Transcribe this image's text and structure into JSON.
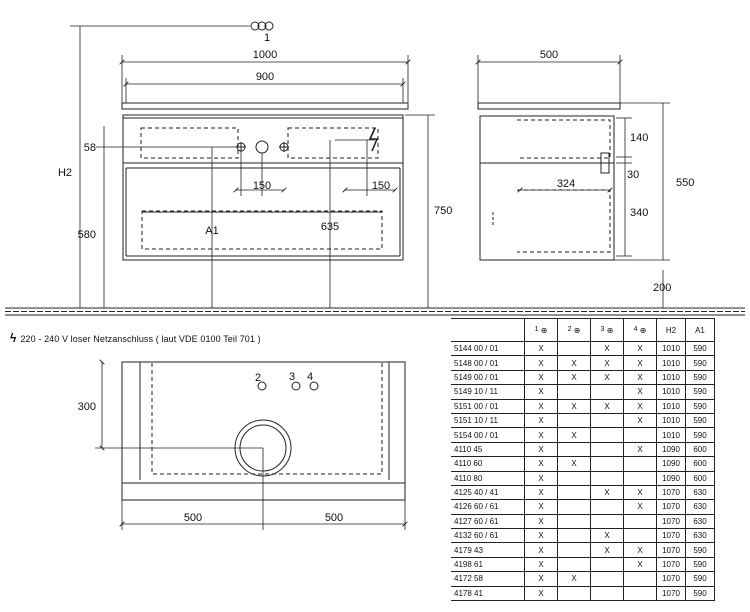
{
  "dimensions": {
    "width_total": "1000",
    "width_basin": "900",
    "depth": "500",
    "h2_label": "H2",
    "a1_label": "A1",
    "dim_58": "58",
    "dim_150_left": "150",
    "dim_150_right": "150",
    "dim_580": "580",
    "dim_635": "635",
    "dim_750": "750",
    "dim_140": "140",
    "dim_30": "30",
    "dim_324": "324",
    "dim_340": "340",
    "dim_550": "550",
    "dim_200": "200",
    "dim_300": "300",
    "dim_500_left": "500",
    "dim_500_right": "500",
    "mixer_label_top": "1",
    "plan_labels": [
      "2",
      "3",
      "4"
    ]
  },
  "note": {
    "symbol": "ϟ",
    "text": "220 - 240 V loser Netzanschluss ( laut VDE 0100 Teil 701 )"
  },
  "table": {
    "headers": [
      "1",
      "2",
      "3",
      "4",
      "H2",
      "A1"
    ],
    "rows": [
      {
        "code": "5144 00 / 01",
        "c1": "X",
        "c2": "",
        "c3": "X",
        "c4": "X",
        "h2": "1010",
        "a1": "590"
      },
      {
        "code": "5148 00 / 01",
        "c1": "X",
        "c2": "X",
        "c3": "X",
        "c4": "X",
        "h2": "1010",
        "a1": "590"
      },
      {
        "code": "5149 00 / 01",
        "c1": "X",
        "c2": "X",
        "c3": "X",
        "c4": "X",
        "h2": "1010",
        "a1": "590"
      },
      {
        "code": "5149 10 / 11",
        "c1": "X",
        "c2": "",
        "c3": "",
        "c4": "X",
        "h2": "1010",
        "a1": "590"
      },
      {
        "code": "5151 00 / 01",
        "c1": "X",
        "c2": "X",
        "c3": "X",
        "c4": "X",
        "h2": "1010",
        "a1": "590"
      },
      {
        "code": "5151 10 / 11",
        "c1": "X",
        "c2": "",
        "c3": "",
        "c4": "X",
        "h2": "1010",
        "a1": "590"
      },
      {
        "code": "5154 00 / 01",
        "c1": "X",
        "c2": "X",
        "c3": "",
        "c4": "",
        "h2": "1010",
        "a1": "590"
      },
      {
        "code": "4110 45",
        "c1": "X",
        "c2": "",
        "c3": "",
        "c4": "X",
        "h2": "1090",
        "a1": "600"
      },
      {
        "code": "4110 60",
        "c1": "X",
        "c2": "X",
        "c3": "",
        "c4": "",
        "h2": "1090",
        "a1": "600"
      },
      {
        "code": "4110 80",
        "c1": "X",
        "c2": "",
        "c3": "",
        "c4": "",
        "h2": "1090",
        "a1": "600"
      },
      {
        "code": "4125 40 / 41",
        "c1": "X",
        "c2": "",
        "c3": "X",
        "c4": "X",
        "h2": "1070",
        "a1": "630"
      },
      {
        "code": "4126 60 / 61",
        "c1": "X",
        "c2": "",
        "c3": "",
        "c4": "X",
        "h2": "1070",
        "a1": "630"
      },
      {
        "code": "4127 60 / 61",
        "c1": "X",
        "c2": "",
        "c3": "",
        "c4": "",
        "h2": "1070",
        "a1": "630"
      },
      {
        "code": "4132 60 / 61",
        "c1": "X",
        "c2": "",
        "c3": "X",
        "c4": "",
        "h2": "1070",
        "a1": "630"
      },
      {
        "code": "4179 43",
        "c1": "X",
        "c2": "",
        "c3": "X",
        "c4": "X",
        "h2": "1070",
        "a1": "590"
      },
      {
        "code": "4198 61",
        "c1": "X",
        "c2": "",
        "c3": "",
        "c4": "X",
        "h2": "1070",
        "a1": "590"
      },
      {
        "code": "4172 58",
        "c1": "X",
        "c2": "X",
        "c3": "",
        "c4": "",
        "h2": "1070",
        "a1": "590"
      },
      {
        "code": "4178 41",
        "c1": "X",
        "c2": "",
        "c3": "",
        "c4": "",
        "h2": "1070",
        "a1": "590"
      }
    ]
  }
}
